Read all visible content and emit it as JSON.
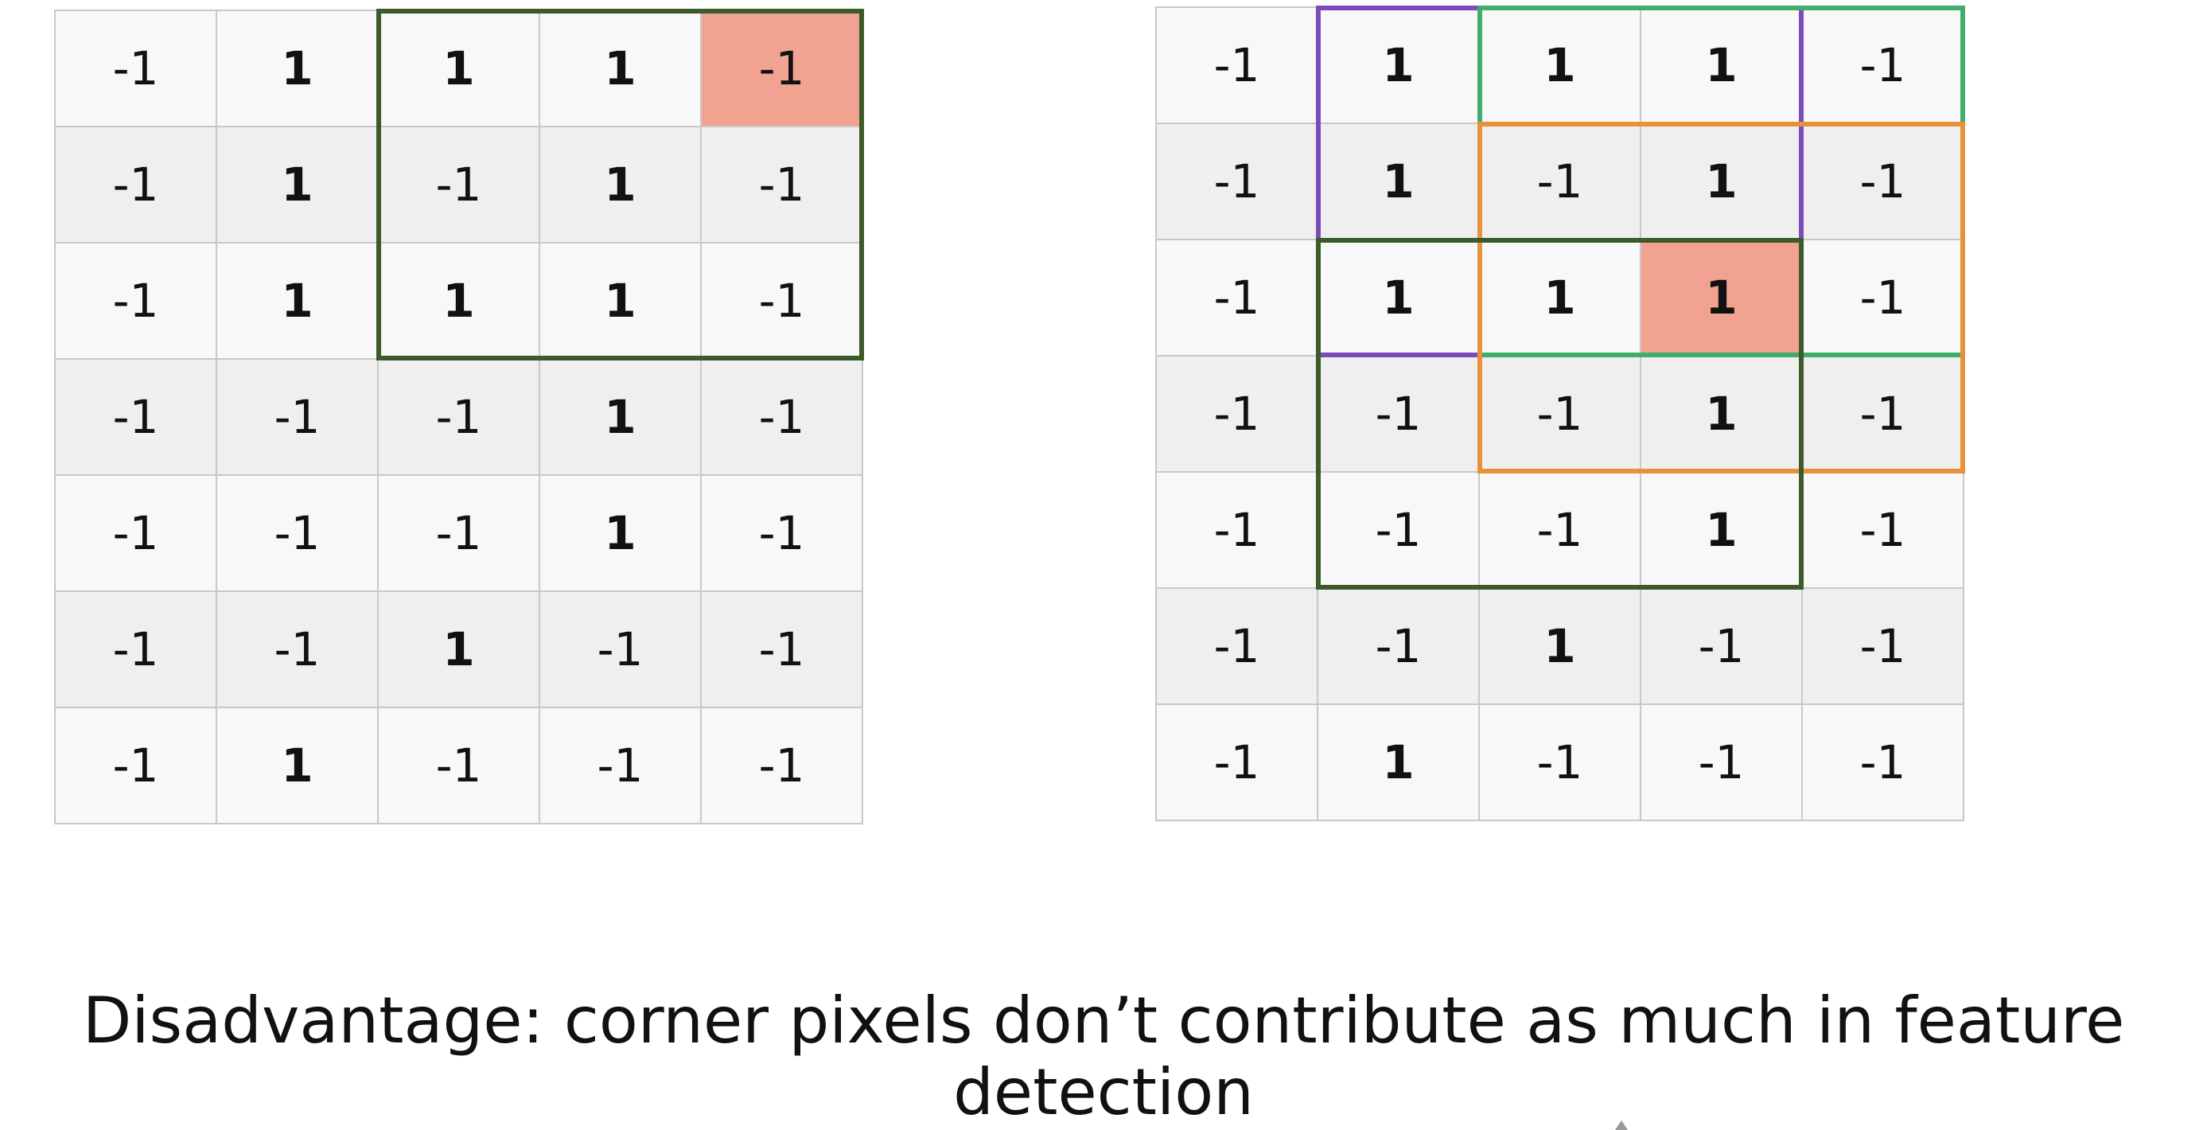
{
  "left_grid": {
    "rows": [
      [
        "-1",
        "1",
        "1",
        "1",
        "-1"
      ],
      [
        "-1",
        "1",
        "-1",
        "1",
        "-1"
      ],
      [
        "-1",
        "1",
        "1",
        "1",
        "-1"
      ],
      [
        "-1",
        "-1",
        "-1",
        "1",
        "-1"
      ],
      [
        "-1",
        "-1",
        "-1",
        "1",
        "-1"
      ],
      [
        "-1",
        "-1",
        "1",
        "-1",
        "-1"
      ],
      [
        "-1",
        "1",
        "-1",
        "-1",
        "-1"
      ]
    ],
    "highlight_cell": {
      "row": 0,
      "col": 4
    },
    "windows": [
      {
        "name": "filter-window-dark-green",
        "color": "#3c5a2a",
        "row": 0,
        "col": 2,
        "rows": 3,
        "cols": 3
      }
    ]
  },
  "right_grid": {
    "rows": [
      [
        "-1",
        "1",
        "1",
        "1",
        "-1"
      ],
      [
        "-1",
        "1",
        "-1",
        "1",
        "-1"
      ],
      [
        "-1",
        "1",
        "1",
        "1",
        "-1"
      ],
      [
        "-1",
        "-1",
        "-1",
        "1",
        "-1"
      ],
      [
        "-1",
        "-1",
        "-1",
        "1",
        "-1"
      ],
      [
        "-1",
        "-1",
        "1",
        "-1",
        "-1"
      ],
      [
        "-1",
        "1",
        "-1",
        "-1",
        "-1"
      ]
    ],
    "highlight_cell": {
      "row": 2,
      "col": 3
    },
    "windows": [
      {
        "name": "filter-window-purple",
        "color": "#7b4bbd",
        "row": 0,
        "col": 1,
        "rows": 3,
        "cols": 3
      },
      {
        "name": "filter-window-green",
        "color": "#3fae6c",
        "row": 0,
        "col": 2,
        "rows": 3,
        "cols": 3
      },
      {
        "name": "filter-window-orange",
        "color": "#e8913a",
        "row": 1,
        "col": 2,
        "rows": 3,
        "cols": 3
      },
      {
        "name": "filter-window-dark-green",
        "color": "#3c5a2a",
        "row": 2,
        "col": 1,
        "rows": 3,
        "cols": 3
      }
    ]
  },
  "caption": {
    "line1": "Disadvantage: corner pixels don’t contribute as much in feature",
    "line2": "detection"
  }
}
